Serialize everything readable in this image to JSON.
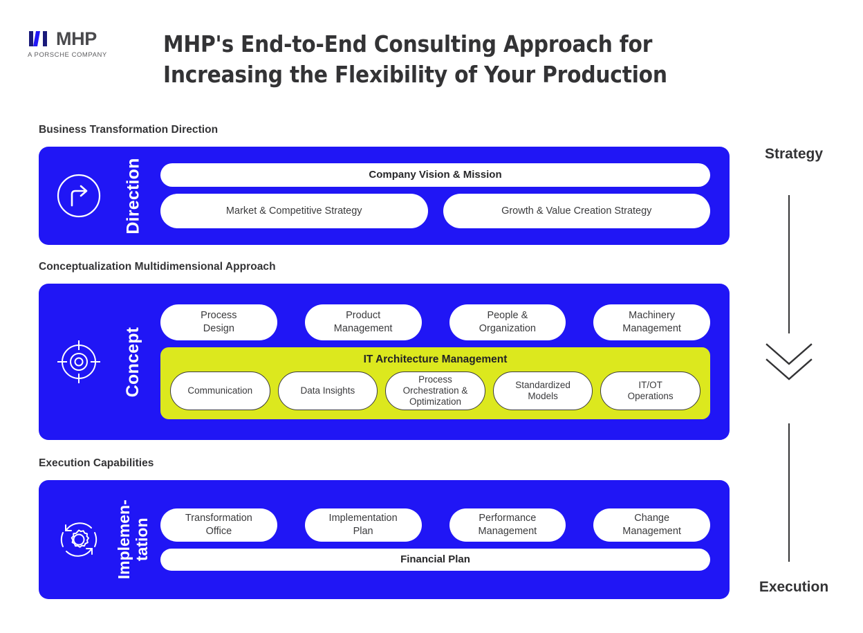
{
  "brand": {
    "logo_word": "MHP",
    "logo_tagline": "A PORSCHE COMPANY",
    "logo_mark_icon": "mhp-bars-icon",
    "blue": "#2016F5",
    "yellow": "#DCE81E",
    "dark": "#333335"
  },
  "header": {
    "title": "MHP's End-to-End Consulting Approach for Increasing the Flexibility of Your Production"
  },
  "sections": [
    {
      "caption": "Business Transformation Direction",
      "side_label": "Direction",
      "icon": "turn-right-arrow-circle-icon",
      "rows": [
        {
          "items": [
            {
              "text": "Company Vision & Mission",
              "bold": true
            }
          ]
        },
        {
          "items": [
            {
              "text": "Market & Competitive Strategy",
              "bold": false
            },
            {
              "text": "Growth & Value Creation Strategy",
              "bold": false
            }
          ]
        }
      ]
    },
    {
      "caption": "Conceptualization Multidimensional Approach",
      "side_label": "Concept",
      "icon": "target-crosshair-icon",
      "rows": [
        {
          "items": [
            {
              "line1": "Process",
              "line2": "Design"
            },
            {
              "line1": "Product",
              "line2": "Management"
            },
            {
              "line1": "People &",
              "line2": "Organization"
            },
            {
              "line1": "Machinery",
              "line2": "Management"
            }
          ]
        }
      ],
      "highlight_panel": {
        "title": "IT Architecture Management",
        "items": [
          {
            "line1": "Communication",
            "line2": "",
            "line3": ""
          },
          {
            "line1": "Data Insights",
            "line2": "",
            "line3": ""
          },
          {
            "line1": "Process",
            "line2": "Orchestration &",
            "line3": "Optimization"
          },
          {
            "line1": "Standardized",
            "line2": "Models",
            "line3": ""
          },
          {
            "line1": "IT/OT",
            "line2": "Operations",
            "line3": ""
          }
        ]
      }
    },
    {
      "caption": "Execution Capabilities",
      "side_label_line1": "Implemen-",
      "side_label_line2": "tation",
      "icon": "gear-cycle-icon",
      "rows": [
        {
          "items": [
            {
              "line1": "Transformation",
              "line2": "Office"
            },
            {
              "line1": "Implementation",
              "line2": "Plan"
            },
            {
              "line1": "Performance",
              "line2": "Management"
            },
            {
              "line1": "Change",
              "line2": "Management"
            }
          ]
        },
        {
          "items": [
            {
              "text": "Financial Plan",
              "bold": true
            }
          ]
        }
      ]
    }
  ],
  "axis": {
    "top_label": "Strategy",
    "bottom_label": "Execution",
    "arrow_icon": "double-chevron-down-icon"
  }
}
